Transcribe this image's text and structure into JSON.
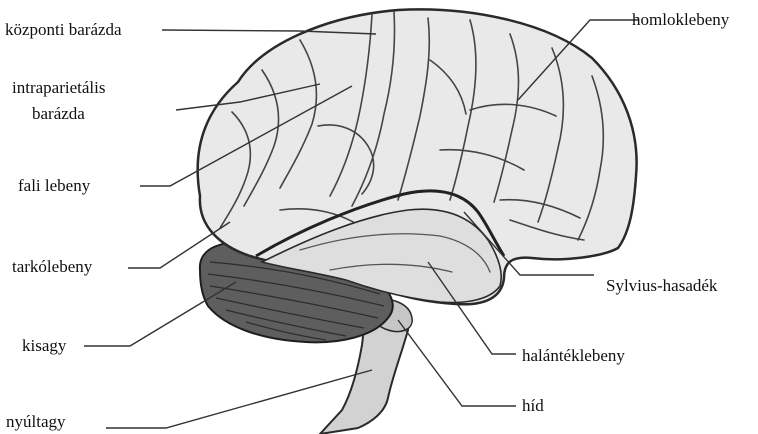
{
  "labels": {
    "kozponti_barazda": "központi barázda",
    "homloklebeny": "homloklebeny",
    "intraparietalis_line1": "intraparietális",
    "intraparietalis_line2": "barázda",
    "fali_lebeny": "fali lebeny",
    "tarkolebeny": "tarkólebeny",
    "sylvius_hasadek": "Sylvius-hasadék",
    "kisagy": "kisagy",
    "halanteklebeny": "halántéklebeny",
    "hid": "híd",
    "nyultagy": "nyúltagy"
  },
  "colors": {
    "line": "#333333",
    "brain_fill": "#e9e9e9",
    "brain_stroke": "#2a2a2a",
    "cerebellum_fill": "#5e5e5e",
    "stem_fill": "#d2d2d2"
  }
}
